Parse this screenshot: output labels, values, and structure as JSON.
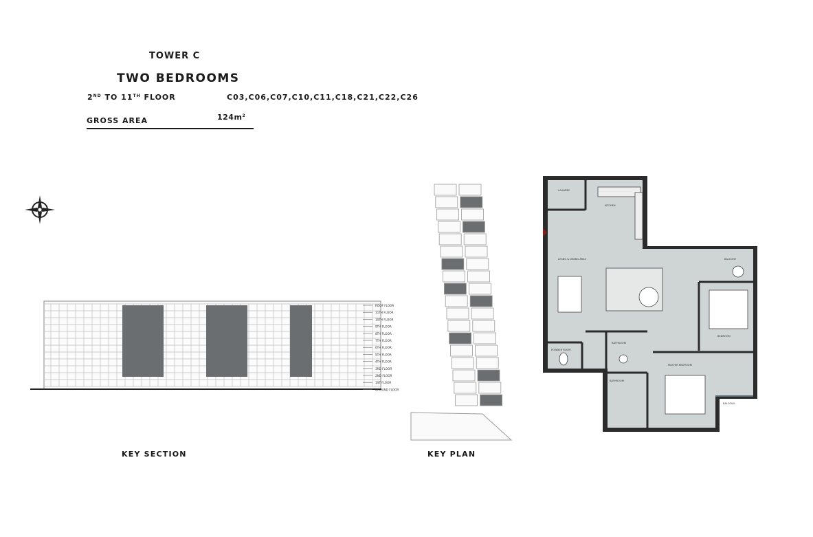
{
  "header": {
    "tower": "TOWER C",
    "unit_type": "TWO BEDROOMS",
    "floors_prefix": "2",
    "floors_sup1": "ND",
    "floors_mid": " TO 11",
    "floors_sup2": "TH",
    "floors_suffix": " FLOOR",
    "units": "C03,C06,C07,C10,C11,C18,C21,C22,C26",
    "gross_area_label": "GROSS AREA",
    "gross_area_value": "124m",
    "gross_area_unit_sup": "2"
  },
  "key_section": {
    "caption": "KEY SECTION",
    "floor_labels": [
      "ROOF FLOOR",
      "11TH FLOOR",
      "10TH FLOOR",
      "9TH FLOOR",
      "8TH FLOOR",
      "7TH FLOOR",
      "6TH FLOOR",
      "5TH FLOOR",
      "4TH FLOOR",
      "3RD FLOOR",
      "2ND FLOOR",
      "1ST FLOOR",
      "GROUND FLOOR"
    ]
  },
  "key_plan": {
    "caption": "KEY PLAN"
  },
  "floor_plan": {
    "rooms": [
      "LAUNDRY",
      "KITCHEN",
      "LIVING & DINING AREA",
      "BALCONY",
      "BEDROOM",
      "POWDER ROOM",
      "BATHROOM",
      "BATHROOM",
      "MASTER BEDROOM",
      "BALCONY"
    ]
  },
  "colors": {
    "highlight": "#6b6e70",
    "unit_fill": "#cfd4d4",
    "wall": "#2b2b2b"
  }
}
